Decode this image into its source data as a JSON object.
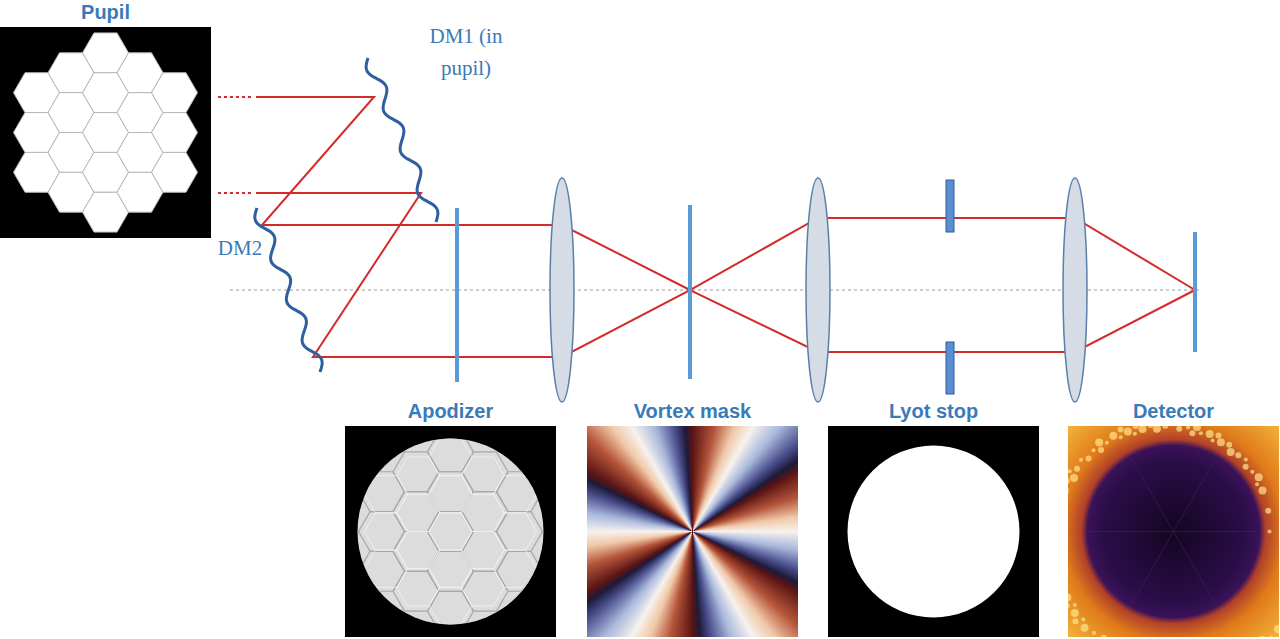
{
  "diagram": {
    "nodes": [
      {
        "text": [
          "Pupil"
        ]
      },
      {
        "text": [
          "Apodizer"
        ]
      },
      {
        "text": [
          "Vortex mask"
        ]
      },
      {
        "text": [
          "Lyot stop"
        ]
      },
      {
        "text": [
          "Detector"
        ]
      }
    ],
    "labels": [
      "DM1 (in pupil)",
      "DM2"
    ]
  }
}
